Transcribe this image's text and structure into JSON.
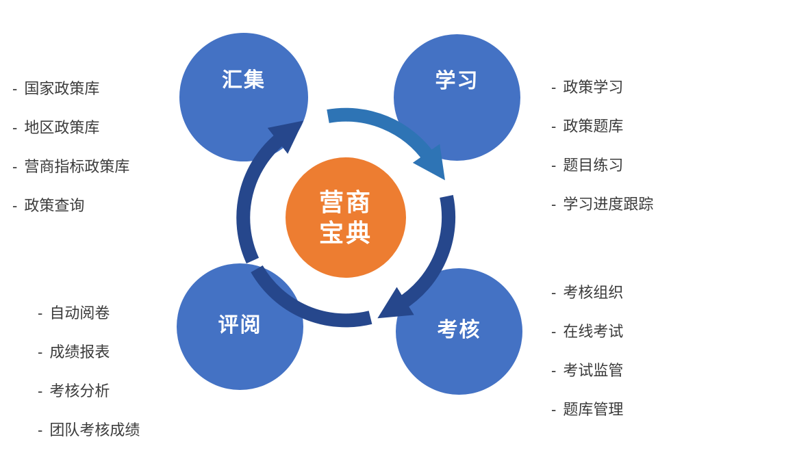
{
  "diagram": {
    "bullet": "-",
    "center": {
      "line1": "营商",
      "line2": "宝典",
      "color": "#ED7D31"
    },
    "colors": {
      "node": "#4472C4",
      "arrow_dark": "#26478C",
      "arrow_mid": "#2E74B5",
      "text": "#3B3B3B"
    },
    "nodes": [
      {
        "label": "汇集",
        "items": [
          "国家政策库",
          "地区政策库",
          "营商指标政策库",
          "政策查询"
        ]
      },
      {
        "label": "学习",
        "items": [
          "政策学习",
          "政策题库",
          "题目练习",
          "学习进度跟踪"
        ]
      },
      {
        "label": "评阅",
        "items": [
          "自动阅卷",
          "成绩报表",
          "考核分析",
          "团队考核成绩"
        ]
      },
      {
        "label": "考核",
        "items": [
          "考核组织",
          "在线考试",
          "考试监管",
          "题库管理"
        ]
      }
    ]
  }
}
